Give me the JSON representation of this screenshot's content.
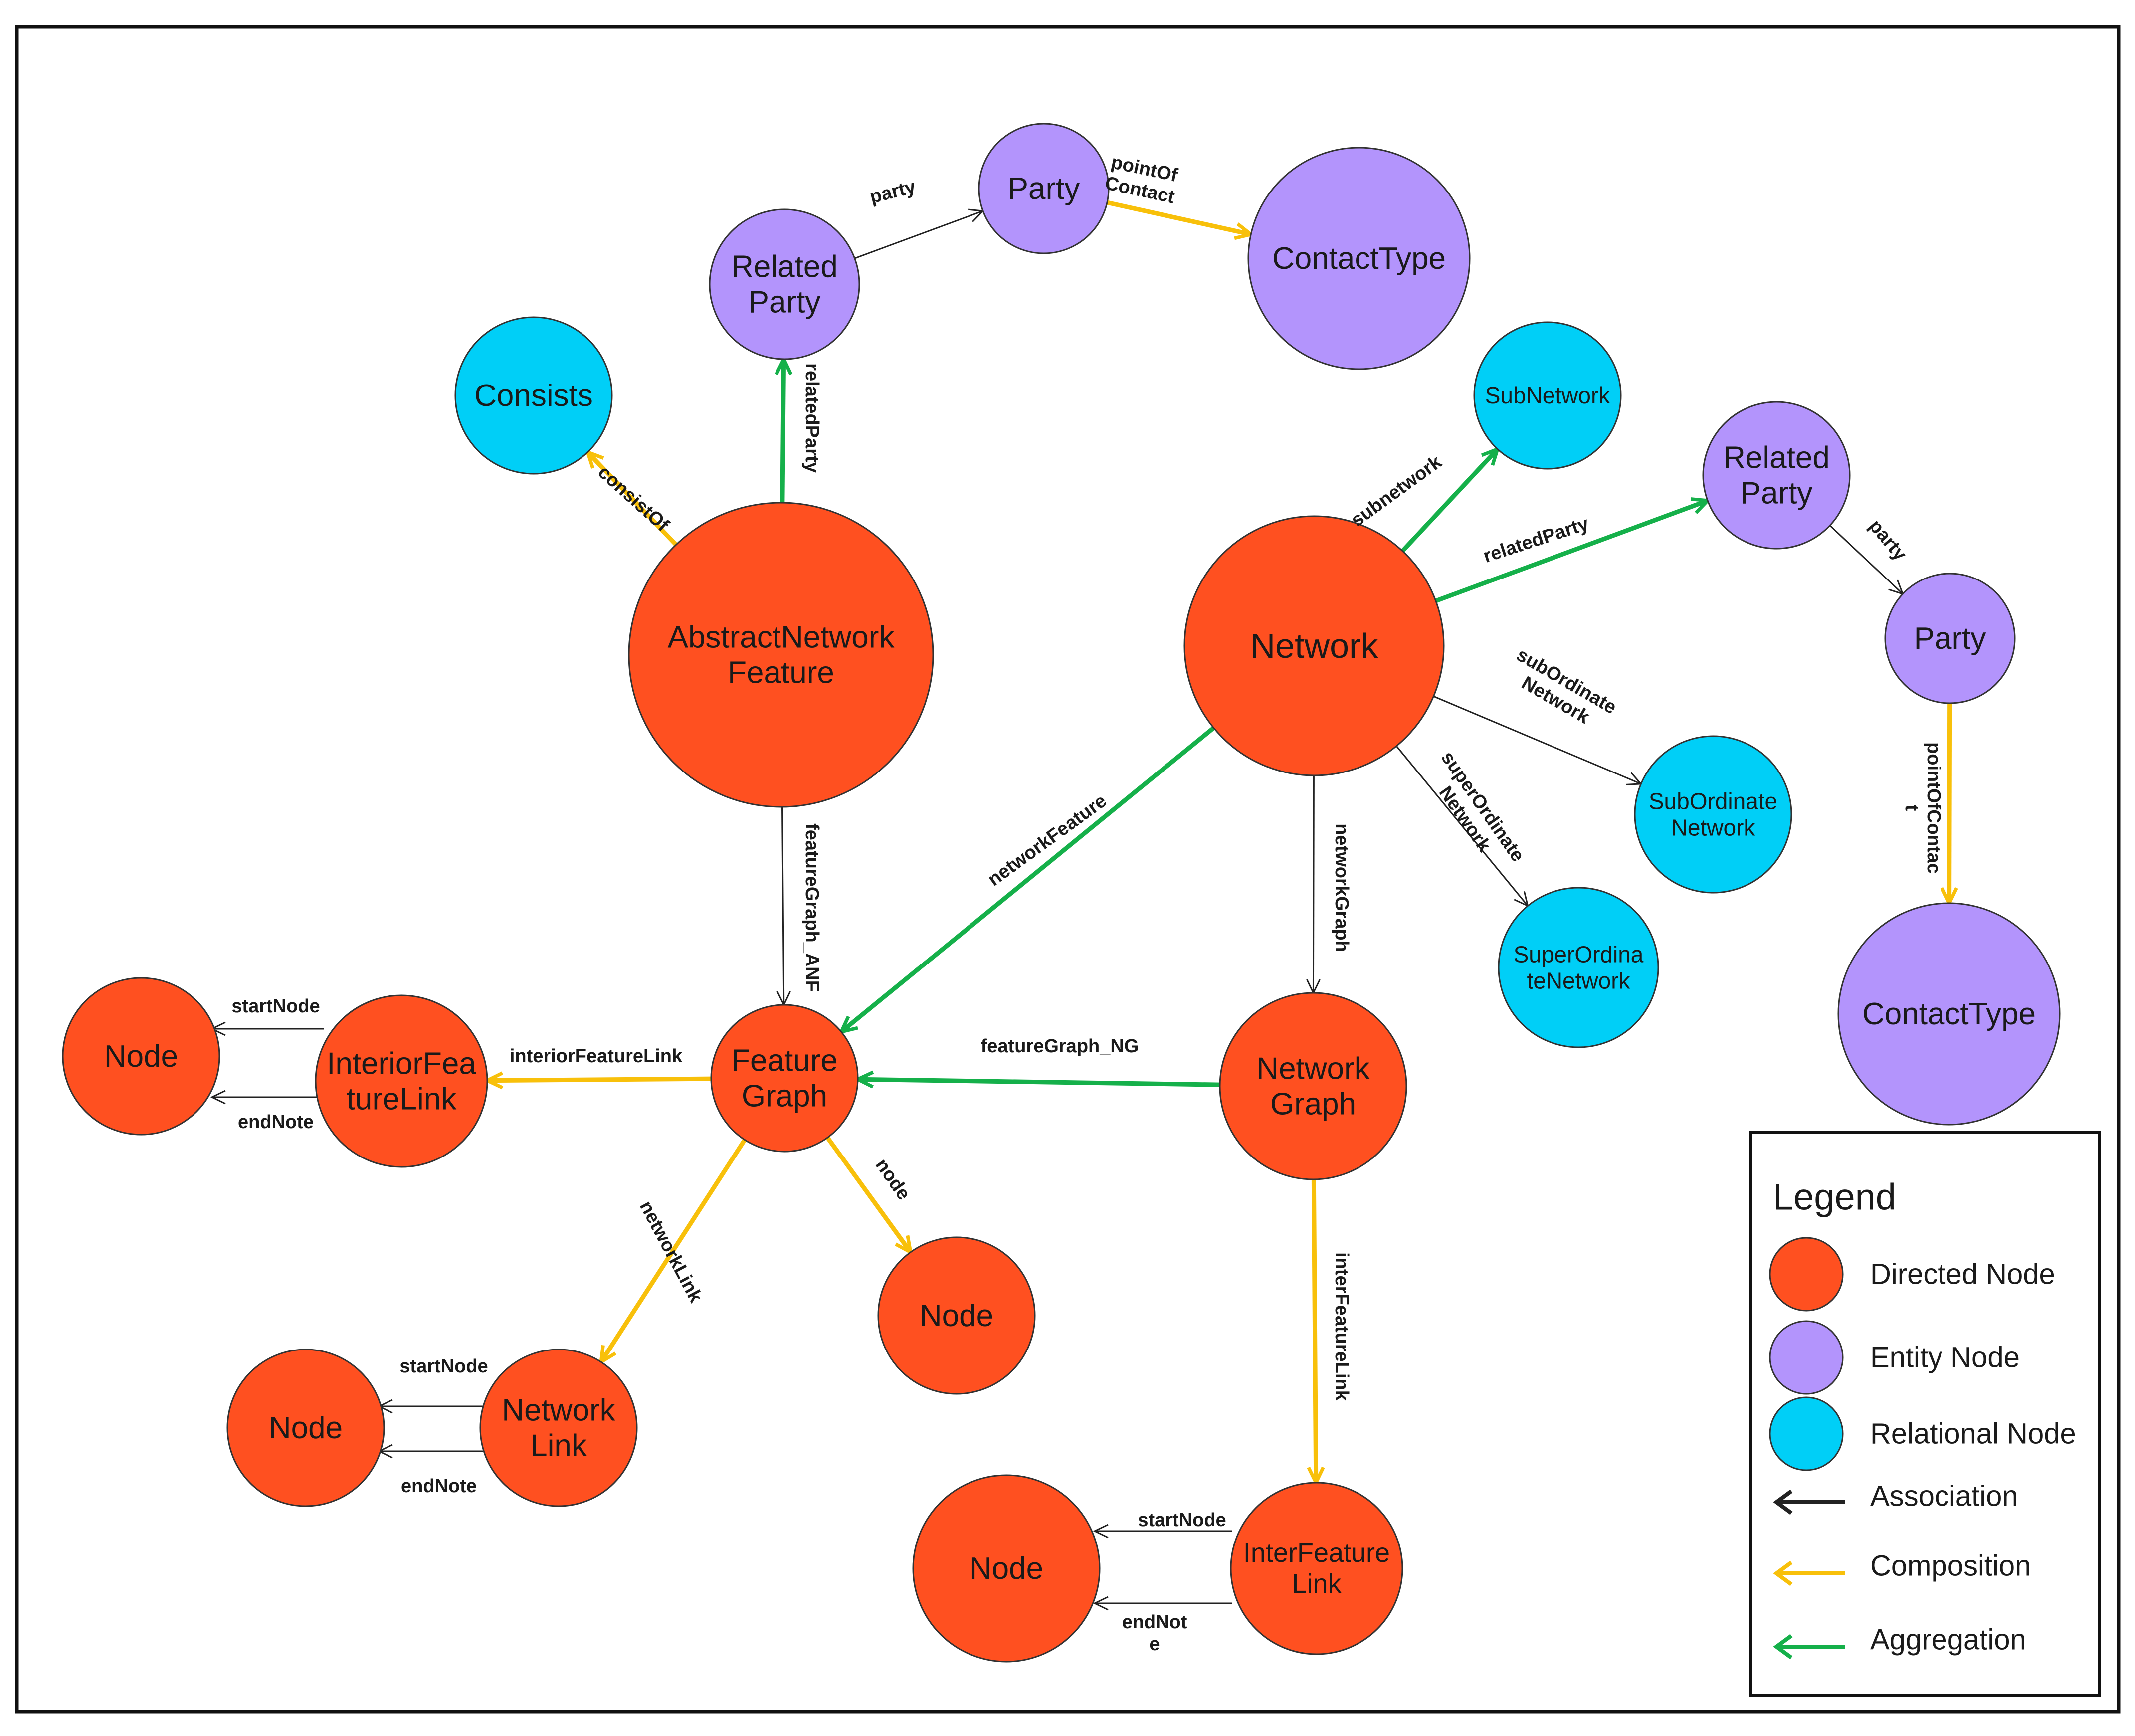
{
  "colors": {
    "directed": "#ff5020",
    "entity": "#b394fc",
    "relational": "#00cff7",
    "association": "#222222",
    "composition": "#f8c00a",
    "aggregation": "#15b04a"
  },
  "nodes": {
    "related_party_1": "Related\nParty",
    "party_1": "Party",
    "contact_type_1": "ContactType",
    "consists": "Consists",
    "abstract_network_feature": "AbstractNetwork\nFeature",
    "network": "Network",
    "subnetwork": "SubNetwork",
    "related_party_2": "Related\nParty",
    "party_2": "Party",
    "contact_type_2": "ContactType",
    "subordinate_network": "SubOrdinate\nNetwork",
    "superordinate_network": "SuperOrdina\nteNetwork",
    "feature_graph": "Feature\nGraph",
    "network_graph": "Network\nGraph",
    "node_left": "Node",
    "interior_feature_link": "InteriorFea\ntureLink",
    "node_center": "Node",
    "node_network_link": "Node",
    "network_link": "Network\nLink",
    "node_bottom": "Node",
    "inter_feature_link": "InterFeature\nLink"
  },
  "edges": {
    "party": "party",
    "point_of_contact_1": "pointOf\nContact",
    "related_party_up": "relatedParty",
    "consist_of": "consistOf",
    "subnetwork": "subnetwork",
    "related_party_right": "relatedParty",
    "party_2": "party",
    "point_of_contact_2": "pointOfContac\nt",
    "subordinate_network": "subOrdinate\nNetwork",
    "superordinate_network": "superOrdinate\nNetwork",
    "network_graph": "networkGraph",
    "network_feature": "networkFeature",
    "feature_graph_anf": "featureGraph_ANF",
    "feature_graph_ng": "featureGraph_NG",
    "interior_feature_link": "interiorFeatureLink",
    "start_node_1": "startNode",
    "end_note_1": "endNote",
    "node": "node",
    "network_link": "networkLink",
    "start_node_2": "startNode",
    "end_note_2": "endNote",
    "inter_feature_link": "interFeatureLink",
    "start_node_3": "startNode",
    "end_note_3": "endNot\ne"
  },
  "legend": {
    "title": "Legend",
    "directed_node": "Directed Node",
    "entity_node": "Entity Node",
    "relational_node": "Relational Node",
    "association": "Association",
    "composition": "Composition",
    "aggregation": "Aggregation"
  }
}
